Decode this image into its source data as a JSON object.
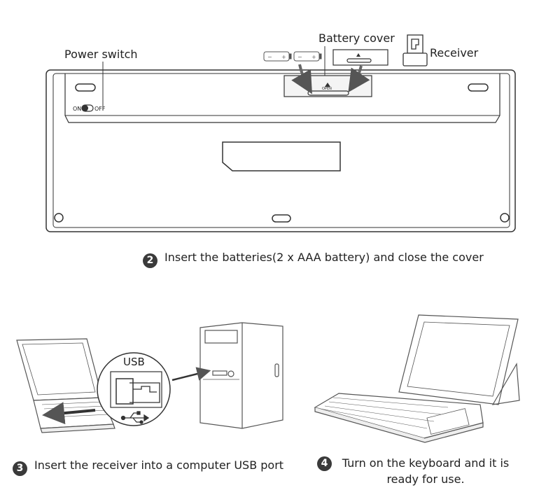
{
  "labels": {
    "power_switch": "Power switch",
    "battery_cover": "Battery cover",
    "receiver": "Receiver",
    "switch_on": "ON",
    "switch_off": "OFF",
    "cover_open": "OPEN",
    "usb": "USB"
  },
  "steps": [
    {
      "number": "2",
      "text": "Insert the batteries(2 x AAA battery) and close the cover"
    },
    {
      "number": "3",
      "text": "Insert the receiver into a computer USB port"
    },
    {
      "number": "4",
      "text": "Turn on the keyboard and it is ready for use."
    }
  ],
  "colors": {
    "stroke": "#333333",
    "badge": "#3a3a3a",
    "arrow": "#555555"
  }
}
